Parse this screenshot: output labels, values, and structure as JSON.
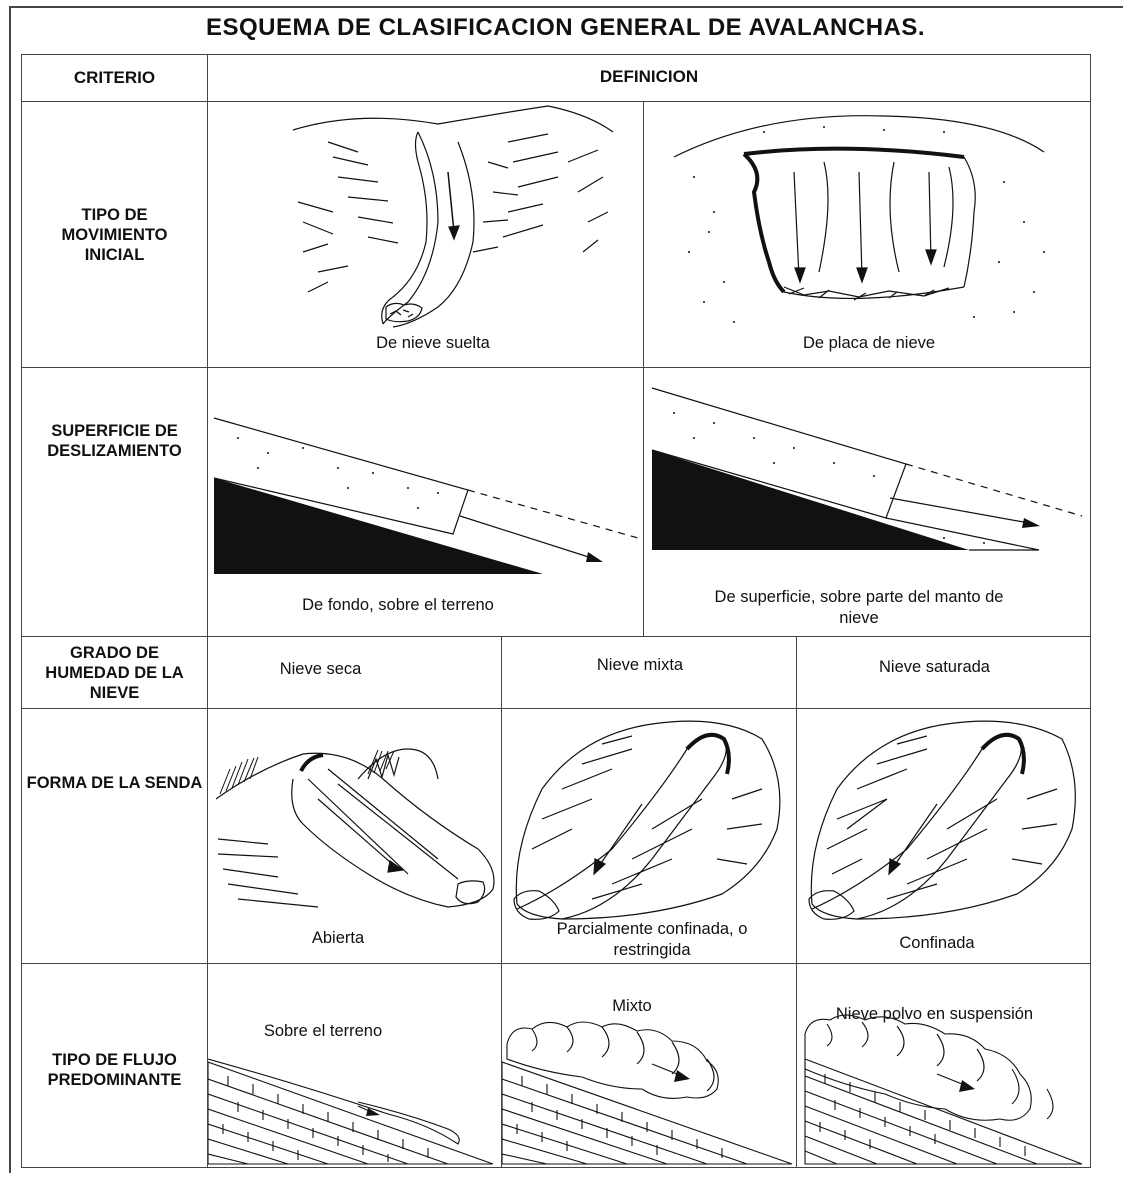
{
  "title": "ESQUEMA DE CLASIFICACION GENERAL DE AVALANCHAS.",
  "headers": {
    "criterio": "CRITERIO",
    "definicion": "DEFINICION"
  },
  "rows": {
    "movimiento": {
      "criterio": "TIPO DE MOVIMIENTO INICIAL",
      "items": [
        "De nieve suelta",
        "De placa de nieve"
      ]
    },
    "superficie": {
      "criterio": "SUPERFICIE DE DESLIZAMIENTO",
      "items": [
        "De fondo, sobre el terreno",
        "De superficie, sobre parte del manto de nieve"
      ]
    },
    "humedad": {
      "criterio": "GRADO DE HUMEDAD DE LA NIEVE",
      "items": [
        "Nieve seca",
        "Nieve mixta",
        "Nieve saturada"
      ]
    },
    "senda": {
      "criterio": "FORMA DE LA SENDA",
      "items": [
        "Abierta",
        "Parcialmente confinada, o restringida",
        "Confinada"
      ]
    },
    "flujo": {
      "criterio": "TIPO DE FLUJO PREDOMINANTE",
      "items": [
        "Sobre el terreno",
        "Mixto",
        "Nieve polvo en suspensión"
      ]
    }
  }
}
